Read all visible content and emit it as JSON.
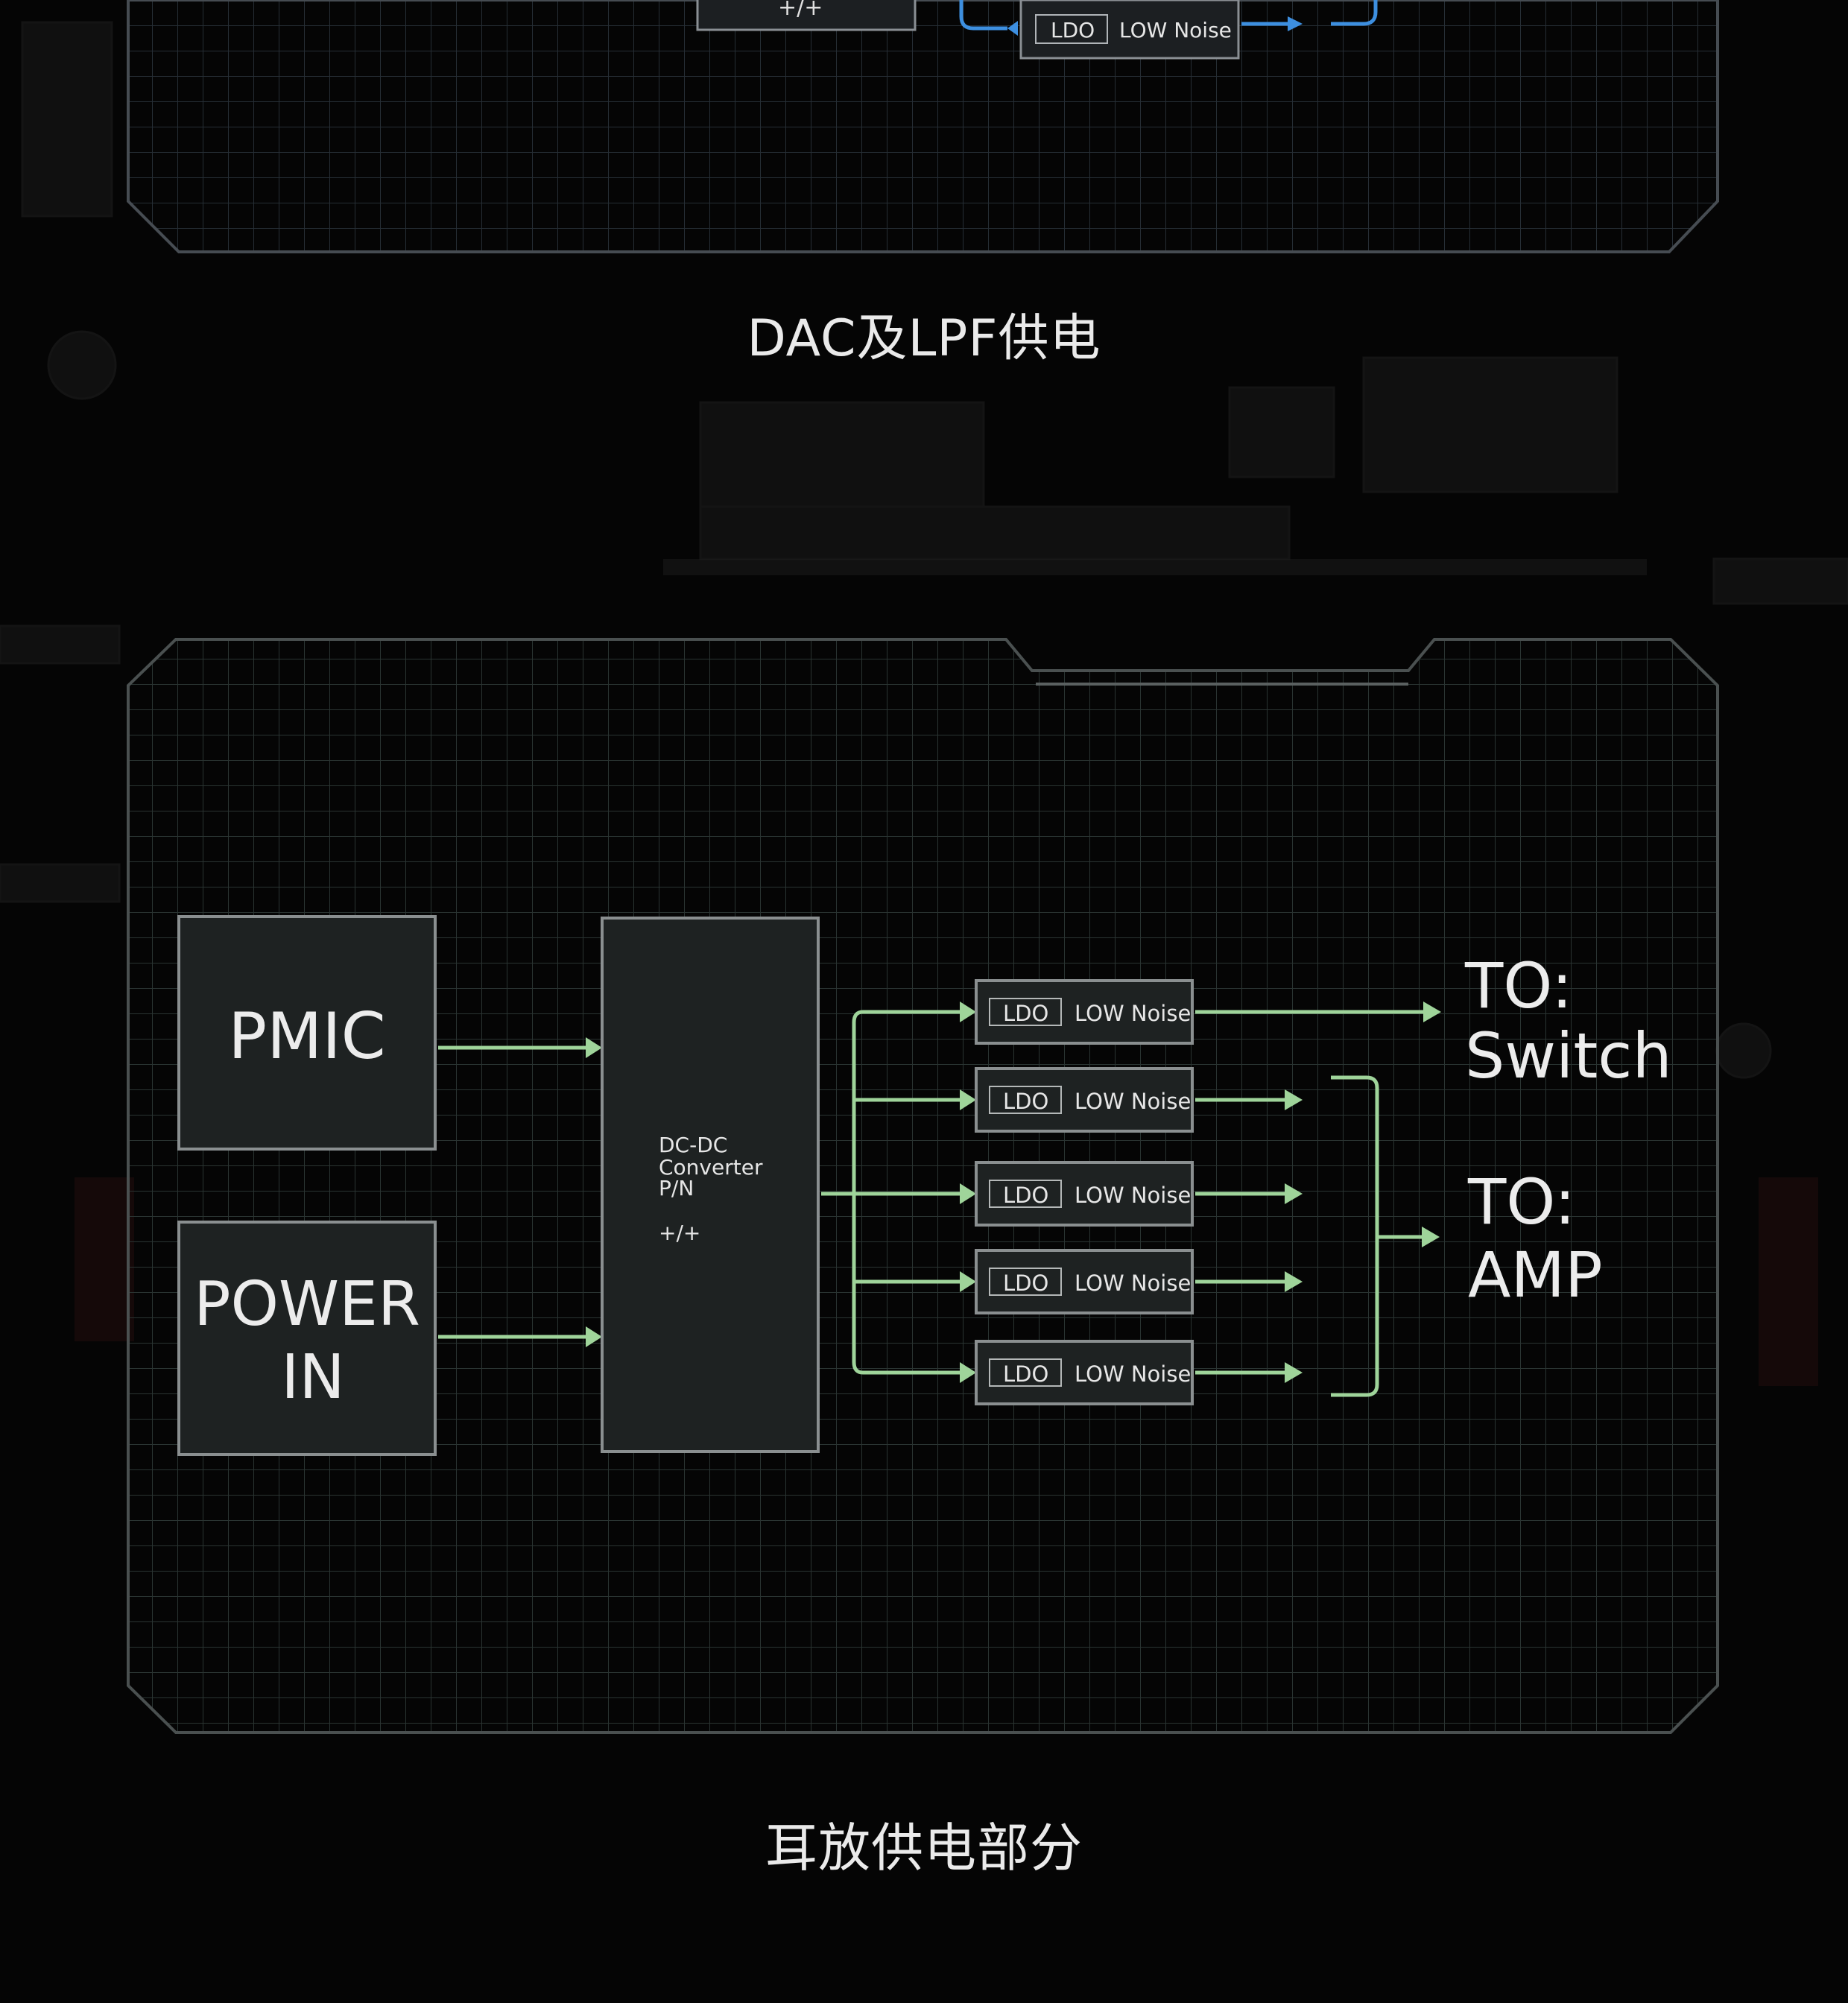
{
  "top_diagram": {
    "partial_pn_text": "+/+",
    "ldo_block": {
      "tag": "LDO",
      "label": "LOW Noise"
    },
    "caption": "DAC及LPF供电"
  },
  "main_diagram": {
    "pmic_label": "PMIC",
    "power_in_line1": "POWER",
    "power_in_line2": "IN",
    "converter": {
      "line1": "DC-DC",
      "line2": "Converter",
      "line3": "P/N",
      "line4": "+/+"
    },
    "ldo_blocks": [
      {
        "tag": "LDO",
        "label": "LOW Noise"
      },
      {
        "tag": "LDO",
        "label": "LOW Noise"
      },
      {
        "tag": "LDO",
        "label": "LOW Noise"
      },
      {
        "tag": "LDO",
        "label": "LOW Noise"
      },
      {
        "tag": "LDO",
        "label": "LOW Noise"
      }
    ],
    "to_switch_line1": "TO:",
    "to_switch_line2": "Switch",
    "to_amp_line1": "TO:",
    "to_amp_line2": "AMP",
    "caption": "耳放供电部分"
  },
  "colors": {
    "background": "#050505",
    "panel_border": "#4a4f4f",
    "grid": "#2f3a38",
    "block_fill": "#1e2222",
    "block_border": "#8a8f90",
    "arrow_main": "#9fd49a",
    "arrow_top": "#3d8fe0",
    "text": "#ececec"
  }
}
